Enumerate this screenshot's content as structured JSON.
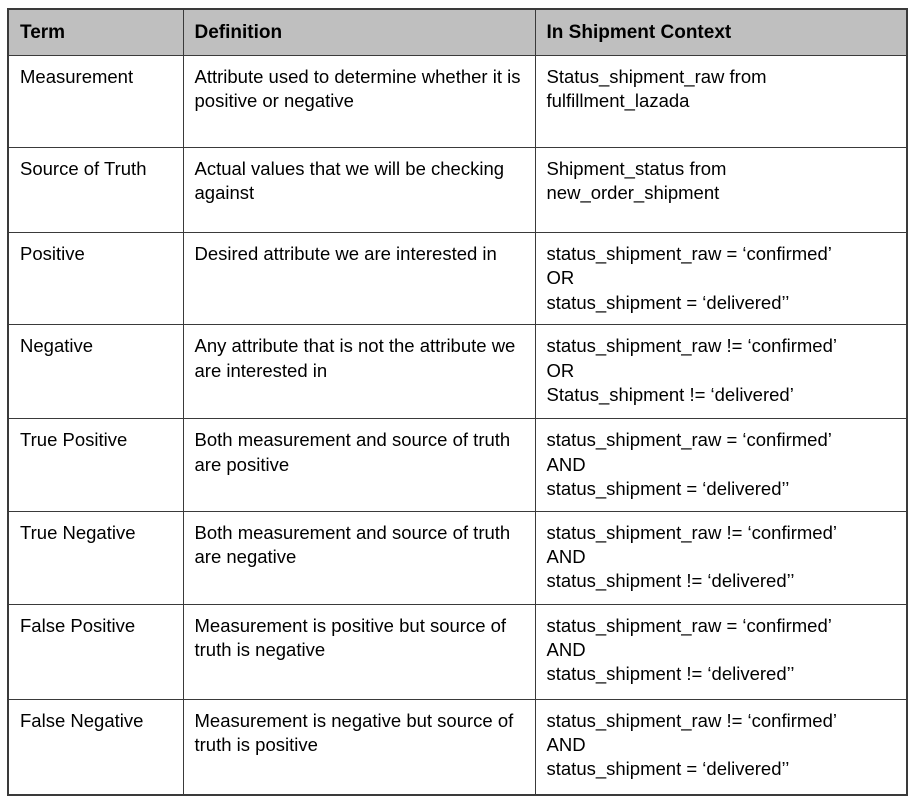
{
  "document": {
    "type": "table",
    "title": "Confusion matrix terminology in shipment context"
  },
  "colors": {
    "header_background": "#bfbfbf",
    "border": "#3a3a3a",
    "cell_background": "#ffffff",
    "text": "#000000"
  },
  "table": {
    "columns": [
      {
        "id": "term",
        "label": "Term"
      },
      {
        "id": "definition",
        "label": "Definition"
      },
      {
        "id": "context",
        "label": "In Shipment Context"
      }
    ],
    "rows": [
      {
        "term": "Measurement",
        "definition": "Attribute used to determine whether it is positive or negative",
        "context": "Status_shipment_raw from fulfillment_lazada"
      },
      {
        "term": "Source of Truth",
        "definition": "Actual values that we will be checking against",
        "context": "Shipment_status from new_order_shipment"
      },
      {
        "term": "Positive",
        "definition": "Desired attribute we are interested in",
        "context": "status_shipment_raw = ‘confirmed’\nOR\nstatus_shipment = ‘delivered’’"
      },
      {
        "term": "Negative",
        "definition": "Any attribute that is not the attribute we are interested in",
        "context": "status_shipment_raw != ‘confirmed’\nOR\nStatus_shipment != ‘delivered’"
      },
      {
        "term": "True Positive",
        "definition": "Both measurement and source of truth are positive",
        "context": "status_shipment_raw = ‘confirmed’\nAND\nstatus_shipment = ‘delivered’’"
      },
      {
        "term": "True Negative",
        "definition": "Both measurement and source of truth are negative",
        "context": "status_shipment_raw != ‘confirmed’\nAND\nstatus_shipment != ‘delivered’’"
      },
      {
        "term": "False Positive",
        "definition": "Measurement is positive but source of truth is negative",
        "context": "status_shipment_raw = ‘confirmed’\nAND\nstatus_shipment != ‘delivered’’"
      },
      {
        "term": "False Negative",
        "definition": "Measurement is negative but source of truth is positive",
        "context": "status_shipment_raw != ‘confirmed’\nAND\nstatus_shipment = ‘delivered’’"
      }
    ]
  }
}
